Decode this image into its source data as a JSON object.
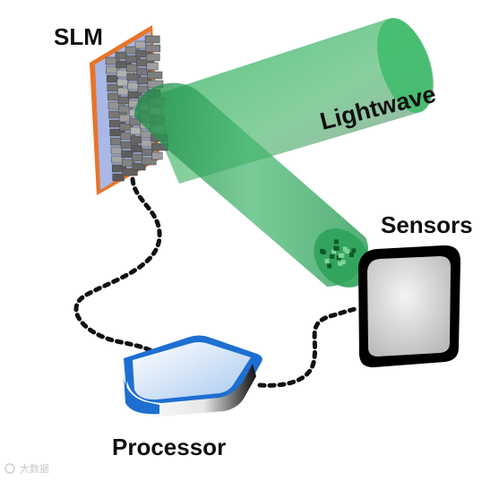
{
  "labels": {
    "slm": "SLM",
    "lightwave": "Lightwave",
    "sensors": "Sensors",
    "processor": "Processor"
  },
  "watermark": "大数据",
  "colors": {
    "slm_frame": "#e8742a",
    "slm_panel": "#a9b8e6",
    "beam": "#2faa5c",
    "beam_dark": "#1f7a40",
    "processor_border": "#1d6fd1",
    "sensor_border": "#000000",
    "sensor_face": "#d9d9d9",
    "link": "#111111"
  },
  "icons": {
    "slm": "slm-pixel-array-icon",
    "sensor": "sensor-screen-icon",
    "processor": "processor-box-icon"
  }
}
